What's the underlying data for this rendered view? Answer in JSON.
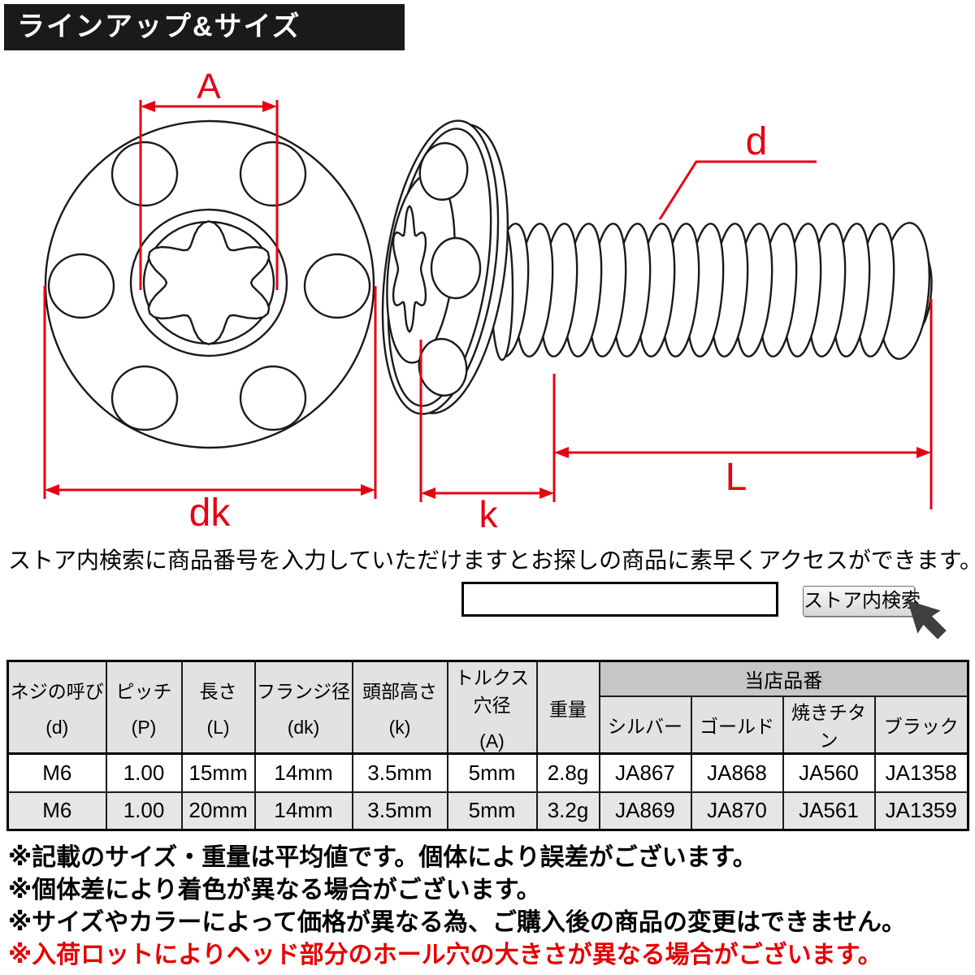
{
  "banner": {
    "title": "ラインアップ&サイズ"
  },
  "diagram": {
    "labels": {
      "torx_dia": "A",
      "flange_dia": "dk",
      "head_height": "k",
      "length": "L",
      "thread_dia": "d"
    }
  },
  "search": {
    "instruction": "ストア内検索に商品番号を入力していただけますとお探しの商品に素早くアクセスができます。",
    "input_value": "",
    "button_label": "ストア内検索"
  },
  "table": {
    "columns": [
      {
        "label": "ネジの呼び",
        "symbol": "(d)"
      },
      {
        "label": "ピッチ",
        "symbol": "(P)"
      },
      {
        "label": "長さ",
        "symbol": "(L)"
      },
      {
        "label": "フランジ径",
        "symbol": "(dk)"
      },
      {
        "label": "頭部高さ",
        "symbol": "(k)"
      },
      {
        "label": "トルクス穴径",
        "symbol": "(A)"
      },
      {
        "label": "重量",
        "symbol": ""
      }
    ],
    "group_header": {
      "label": "当店品番",
      "columns": [
        "シルバー",
        "ゴールド",
        "焼きチタン",
        "ブラック"
      ]
    },
    "rows": [
      [
        "M6",
        "1.00",
        "15mm",
        "14mm",
        "3.5mm",
        "5mm",
        "2.8g",
        "JA867",
        "JA868",
        "JA560",
        "JA1358"
      ],
      [
        "M6",
        "1.00",
        "20mm",
        "14mm",
        "3.5mm",
        "5mm",
        "3.2g",
        "JA869",
        "JA870",
        "JA561",
        "JA1359"
      ]
    ]
  },
  "notes": [
    "※記載のサイズ・重量は平均値です。個体により誤差がございます。",
    "※個体差により着色が異なる場合がございます。",
    "※サイズやカラーによって価格が異なる為、ご購入後の商品の変更はできません。",
    "※入荷ロットによりヘッド部分のホール穴の大きさが異なる場合がございます。"
  ],
  "colors": {
    "dimension_red": "#e60012",
    "note_red": "#e60000",
    "banner_bg": "#1a1a1a",
    "line_black": "#1a1a1a"
  }
}
